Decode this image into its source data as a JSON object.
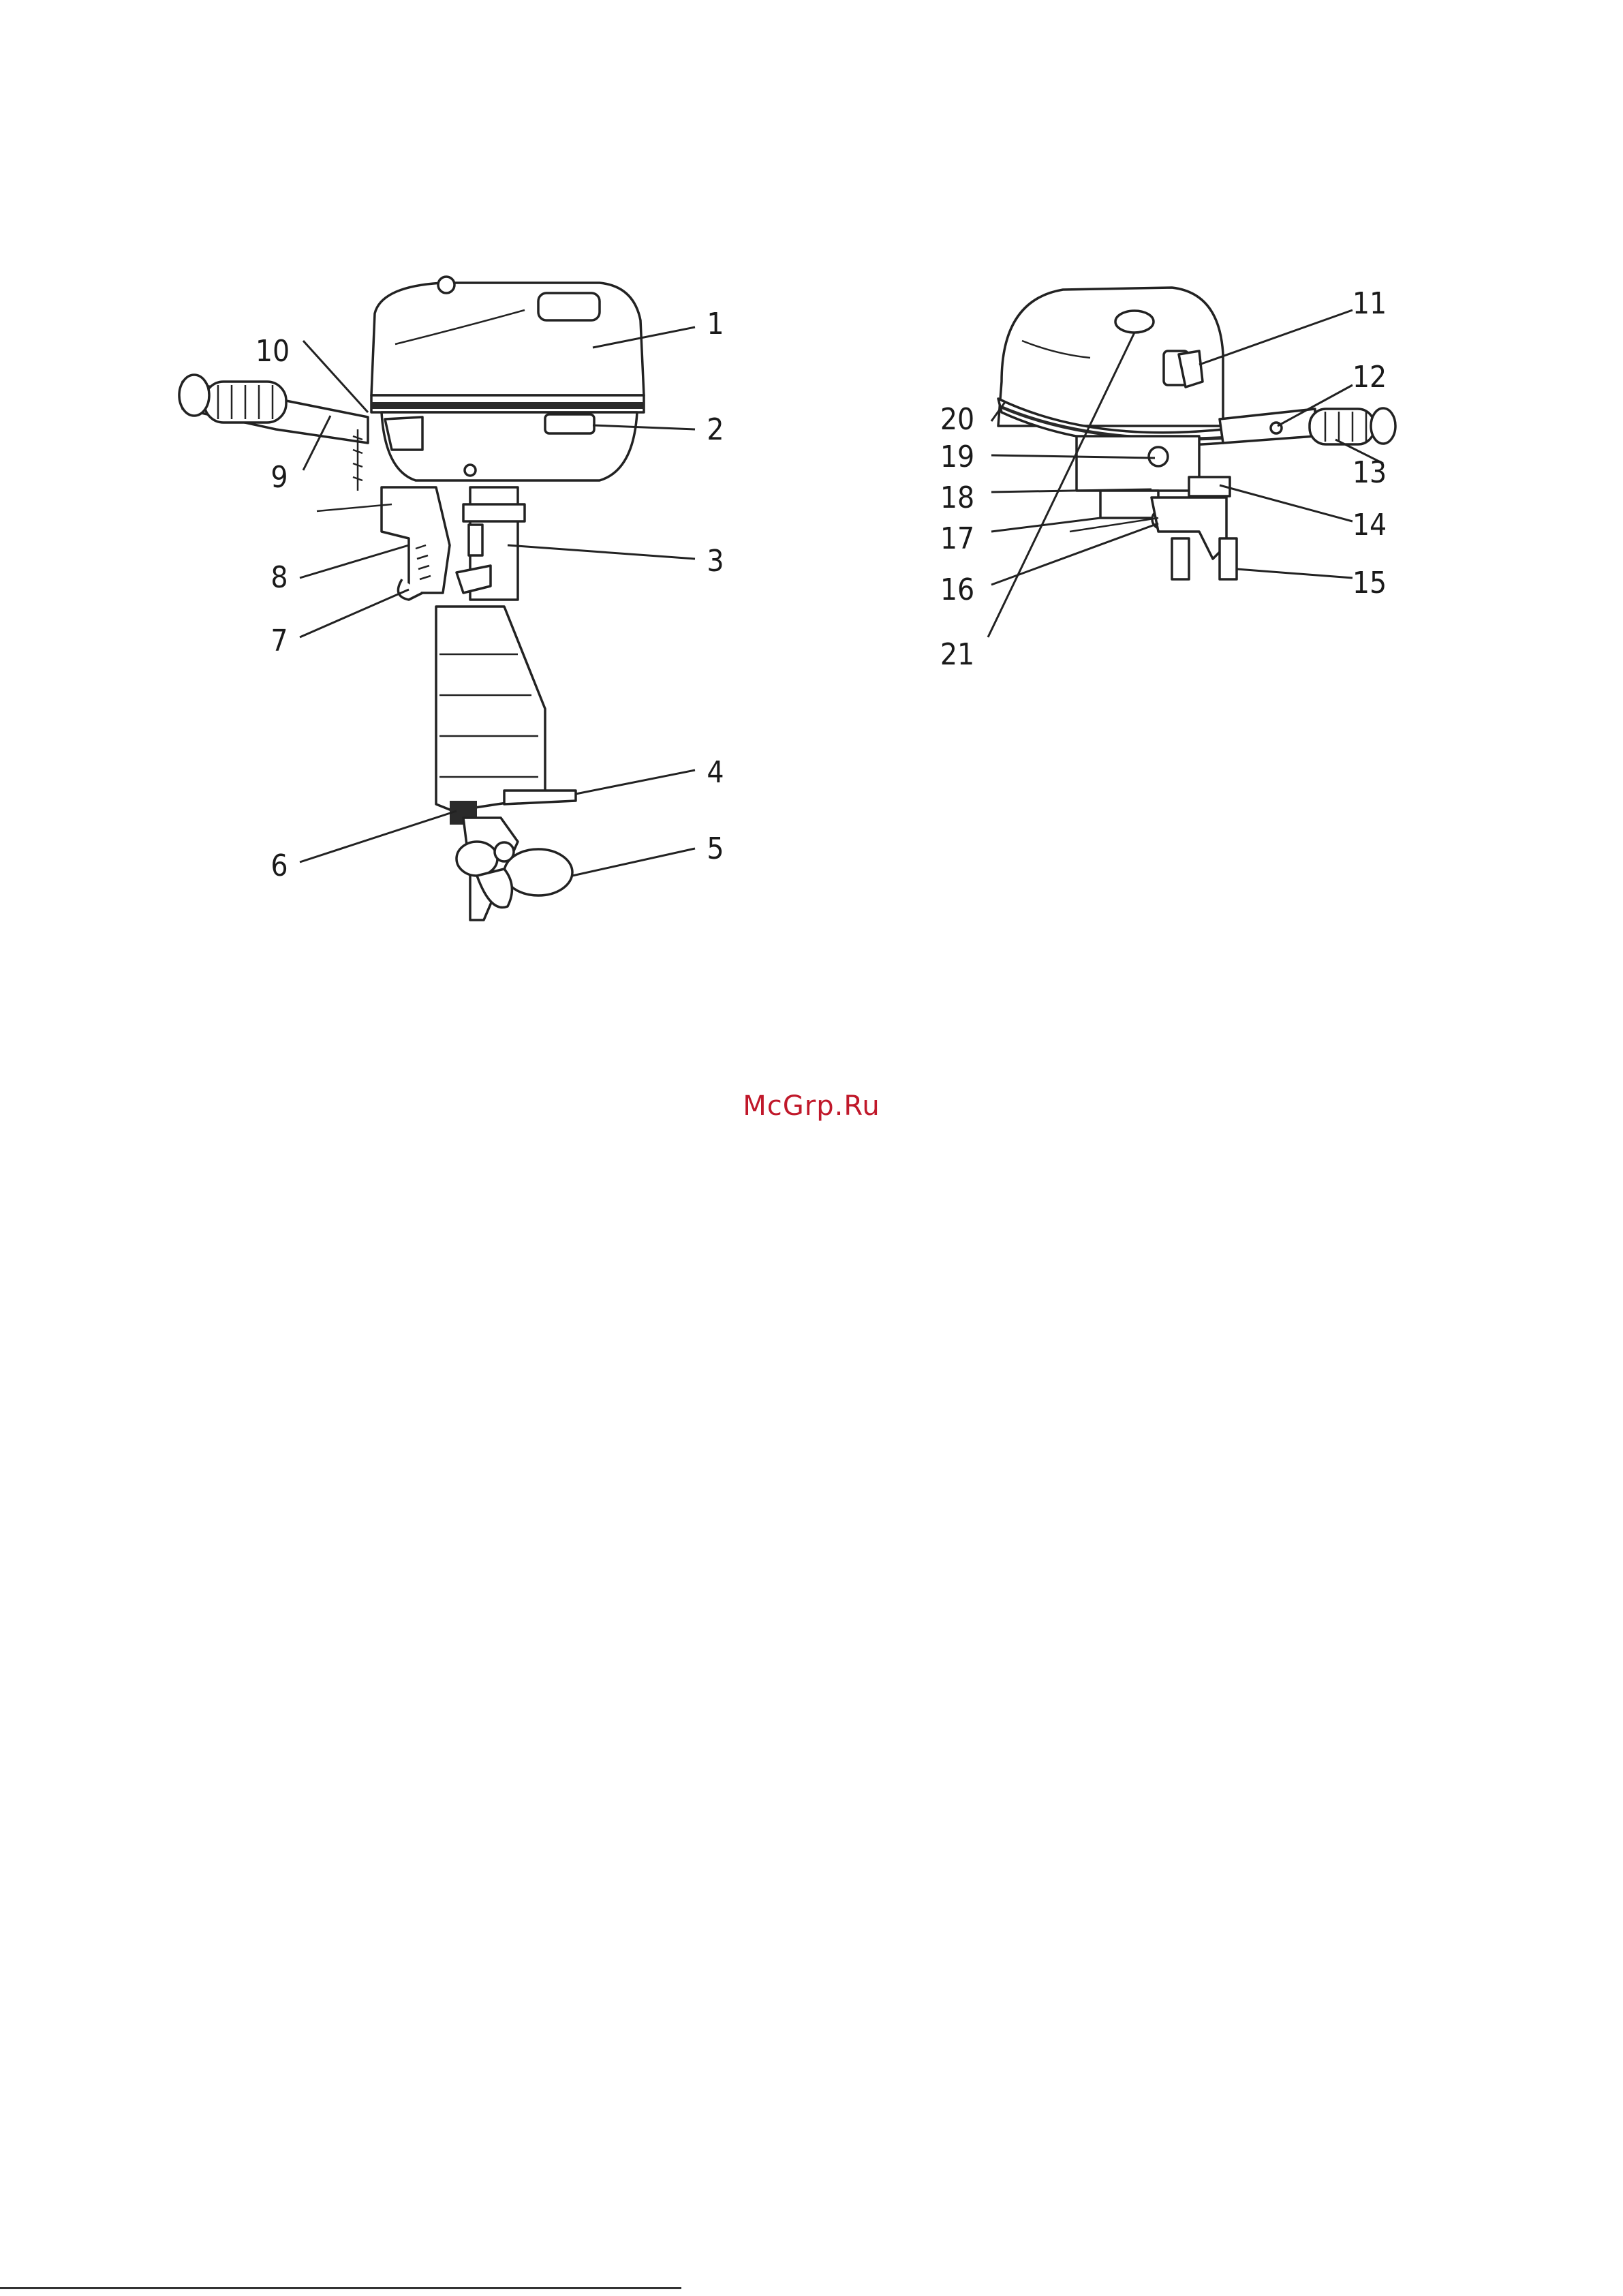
{
  "watermark": "McGrp.Ru",
  "callouts": {
    "c1": "1",
    "c2": "2",
    "c3": "3",
    "c4": "4",
    "c5": "5",
    "c6": "6",
    "c7": "7",
    "c8": "8",
    "c9": "9",
    "c10": "10",
    "c11": "11",
    "c12": "12",
    "c13": "13",
    "c14": "14",
    "c15": "15",
    "c16": "16",
    "c17": "17",
    "c18": "18",
    "c19": "19",
    "c20": "20",
    "c21": "21"
  }
}
